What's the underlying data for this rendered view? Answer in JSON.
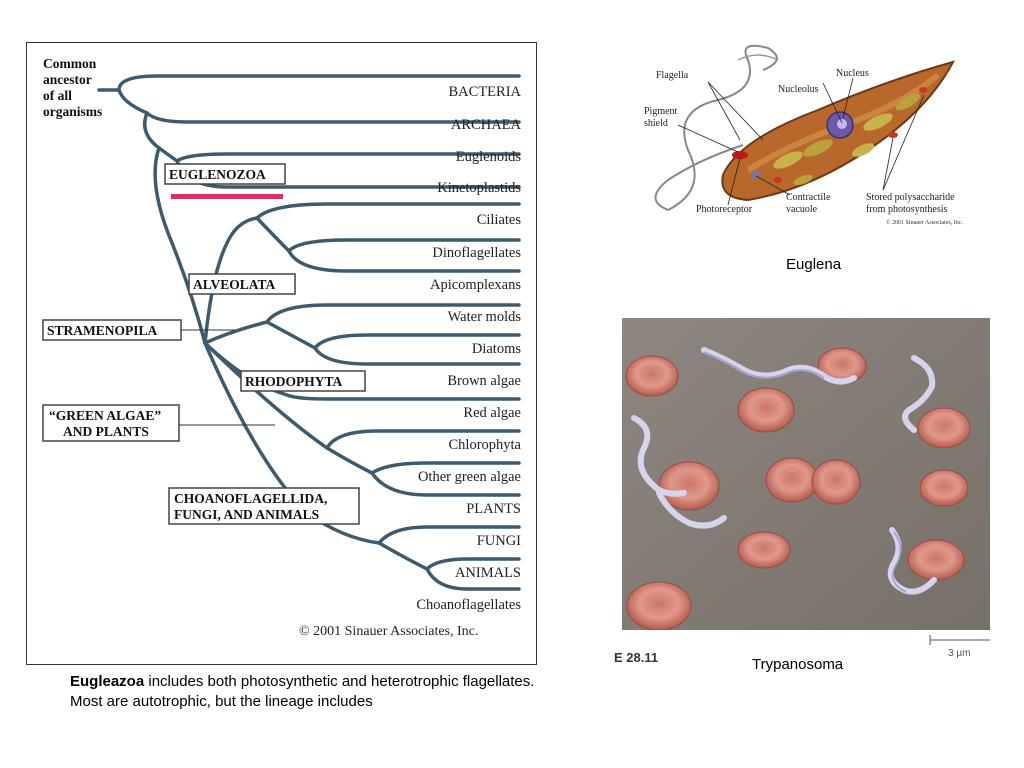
{
  "tree": {
    "root_label_lines": [
      "Common",
      "ancestor",
      "of all",
      "organisms"
    ],
    "taxa": [
      "BACTERIA",
      "ARCHAEA",
      "Euglenoids",
      "Kinetoplastids",
      "Ciliates",
      "Dinoflagellates",
      "Apicomplexans",
      "Water molds",
      "Diatoms",
      "Brown algae",
      "Red algae",
      "Chlorophyta",
      "Other green algae",
      "PLANTS",
      "FUNGI",
      "ANIMALS",
      "Choanoflagellates"
    ],
    "groups": {
      "euglenozoa": "EUGLENOZOA",
      "alveolata": "ALVEOLATA",
      "stramenopila": "STRAMENOPILA",
      "rhodophyta": "RHODOPHYTA",
      "green_line1": "“GREEN ALGAE”",
      "green_line2": "AND PLANTS",
      "choano_line1": "CHOANOFLAGELLIDA,",
      "choano_line2": "FUNGI, AND ANIMALS"
    },
    "copyright": "© 2001 Sinauer Associates, Inc.",
    "highlight_color": "#e8286a",
    "branch_color": "#3d5a6e"
  },
  "caption": {
    "bold": "Eugleazoa",
    "rest": " includes both photosynthetic and heterotrophic flagellates. Most are autotrophic, but the lineage includes"
  },
  "euglena": {
    "labels": {
      "flagella": "Flagella",
      "nucleus": "Nucleus",
      "nucleolus": "Nucleolus",
      "pigment1": "Pigment",
      "pigment2": "shield",
      "contractile1": "Contractile",
      "contractile2": "vacuole",
      "stored1": "Stored polysaccharide",
      "stored2": "from photosynthesis",
      "photoreceptor": "Photoreceptor",
      "copyright": "© 2001 Sinauer Associates, Inc."
    },
    "title": "Euglena"
  },
  "trypanosoma": {
    "title": "Trypanosoma",
    "figure_label": "E 28.11",
    "scale": "3 µm"
  }
}
